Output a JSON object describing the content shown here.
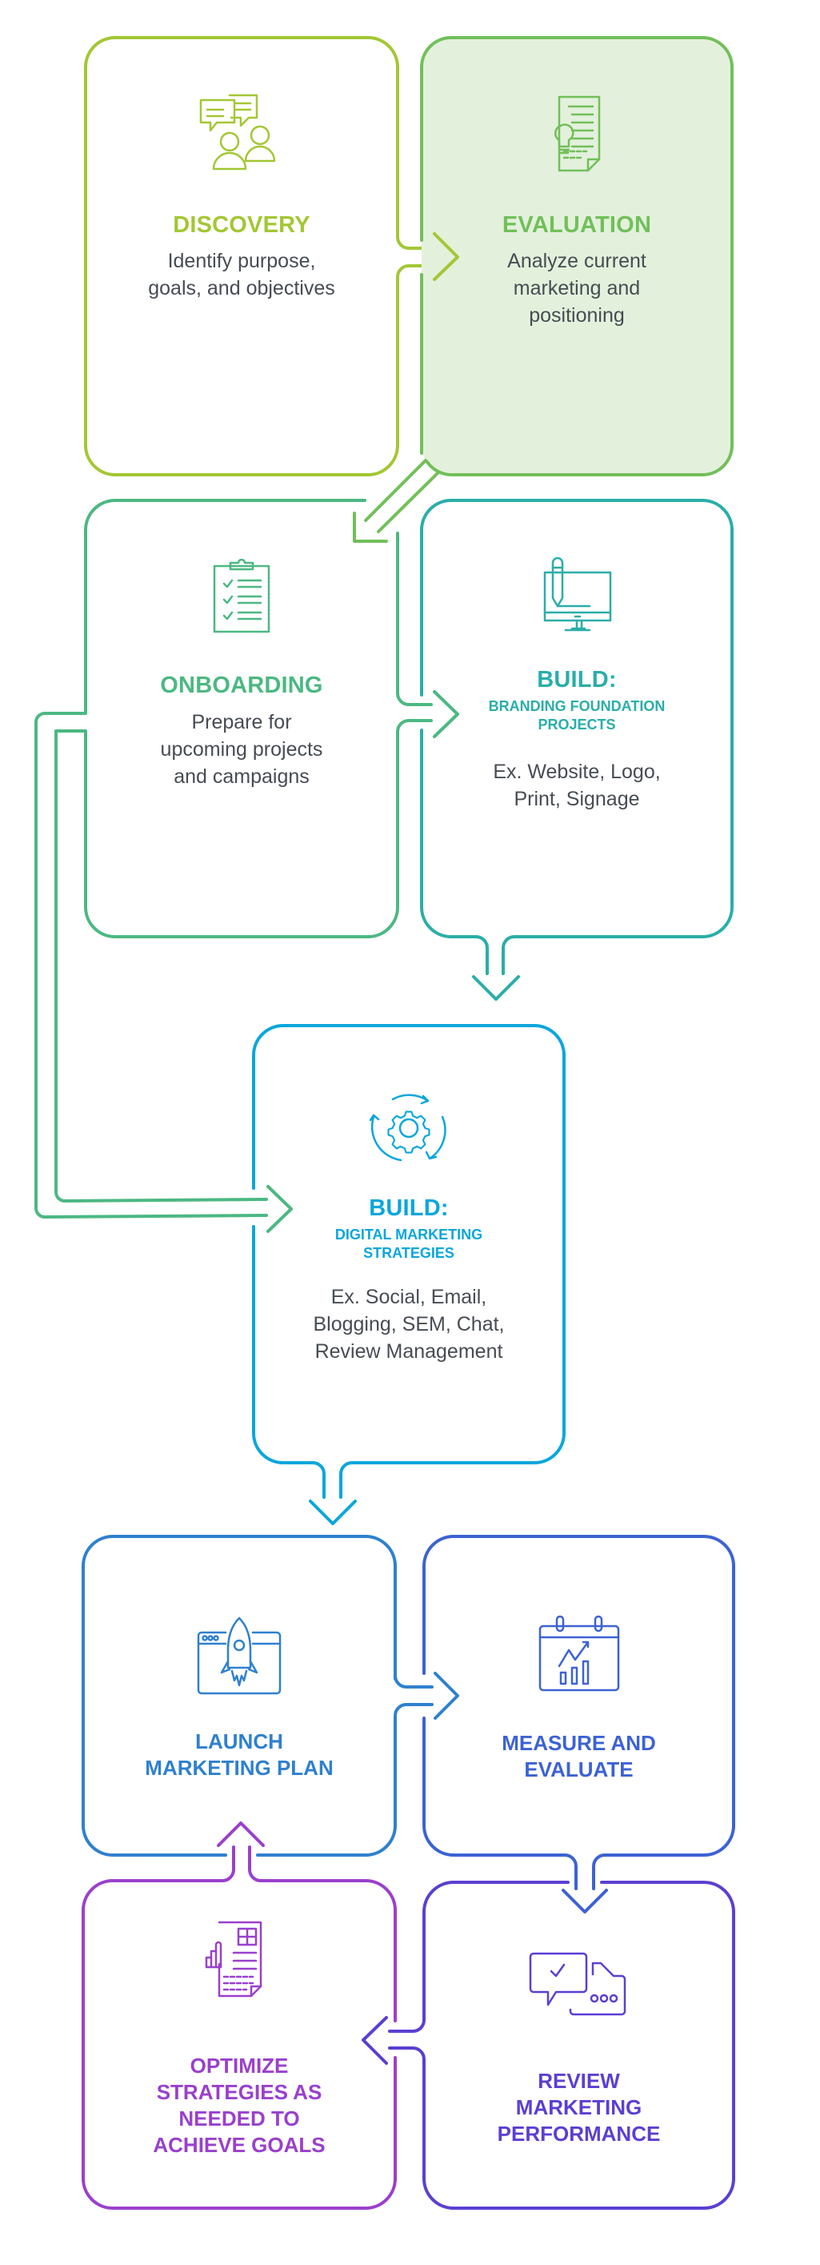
{
  "diagram_title": "Marketing Process Flow",
  "colors": {
    "discovery": "#a3c734",
    "evaluation": "#72bf5a",
    "evaluation_fill": "#e3f1dc",
    "onboarding": "#4cb882",
    "build_branding": "#2aaea9",
    "build_digital": "#0aa6dc",
    "launch": "#2f80cf",
    "measure": "#3d62d4",
    "review": "#5b3fd2",
    "optimize": "#9a40cc",
    "body_text": "#474c53"
  },
  "steps": {
    "discovery": {
      "title": "DISCOVERY",
      "body": "Identify purpose,\ngoals, and objectives",
      "icon": "conversation-people-icon"
    },
    "evaluation": {
      "title": "EVALUATION",
      "body": "Analyze current\nmarketing and\npositioning",
      "icon": "document-lightbulb-icon"
    },
    "onboarding": {
      "title": "ONBOARDING",
      "body": "Prepare for\nupcoming projects\nand campaigns",
      "icon": "clipboard-checklist-icon"
    },
    "build_branding": {
      "title": "BUILD:",
      "subtitle": "BRANDING FOUNDATION\nPROJECTS",
      "body": "Ex. Website, Logo,\nPrint, Signage",
      "icon": "monitor-pencil-icon"
    },
    "build_digital": {
      "title": "BUILD:",
      "subtitle": "DIGITAL MARKETING\nSTRATEGIES",
      "body": "Ex. Social, Email,\nBlogging, SEM, Chat,\nReview Management",
      "icon": "gear-cycle-icon"
    },
    "launch": {
      "title": "LAUNCH\nMARKETING PLAN",
      "icon": "rocket-browser-icon"
    },
    "measure": {
      "title": "MEASURE AND\nEVALUATE",
      "icon": "calendar-chart-icon"
    },
    "review": {
      "title": "REVIEW\nMARKETING\nPERFORMANCE",
      "icon": "chat-bubbles-check-icon"
    },
    "optimize": {
      "title": "OPTIMIZE\nSTRATEGIES AS\nNEEDED TO\nACHIEVE GOALS",
      "icon": "report-chart-icon"
    }
  }
}
